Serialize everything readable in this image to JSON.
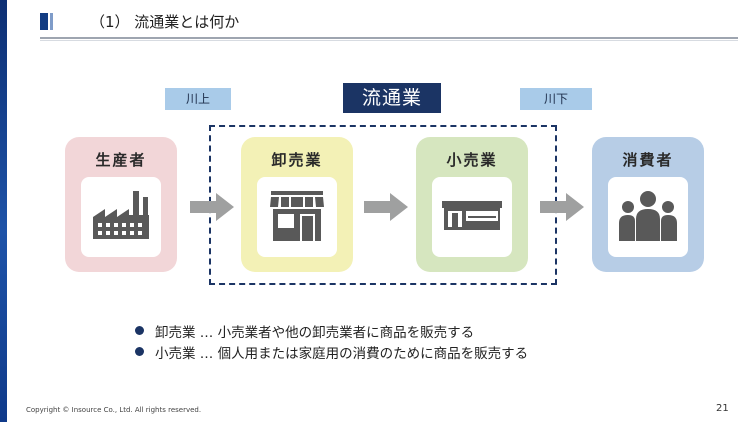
{
  "slide": {
    "title": "（1） 流通業とは何か",
    "distribution_label": "流通業",
    "upstream_label": "川上",
    "downstream_label": "川下",
    "cards": [
      {
        "label": "生産者",
        "icon": "factory-icon",
        "bg": "#f2d6d8"
      },
      {
        "label": "卸売業",
        "icon": "wholesale-shop-icon",
        "bg": "#f3f1b6"
      },
      {
        "label": "小売業",
        "icon": "retail-store-icon",
        "bg": "#d6e6bf"
      },
      {
        "label": "消費者",
        "icon": "consumers-icon",
        "bg": "#b7cde6"
      }
    ],
    "bullets": [
      "卸売業 … 小売業者や他の卸売業者に商品を販売する",
      "小売業 … 個人用または家庭用の消費のために商品を販売する"
    ],
    "copyright": "Copyright © Insource Co., Ltd. All rights reserved.",
    "page_number": "21"
  },
  "colors": {
    "navy": "#1b3464",
    "tag_blue": "#a9cbe9",
    "arrow_gray": "#9fa0a0",
    "icon_gray": "#595959"
  }
}
